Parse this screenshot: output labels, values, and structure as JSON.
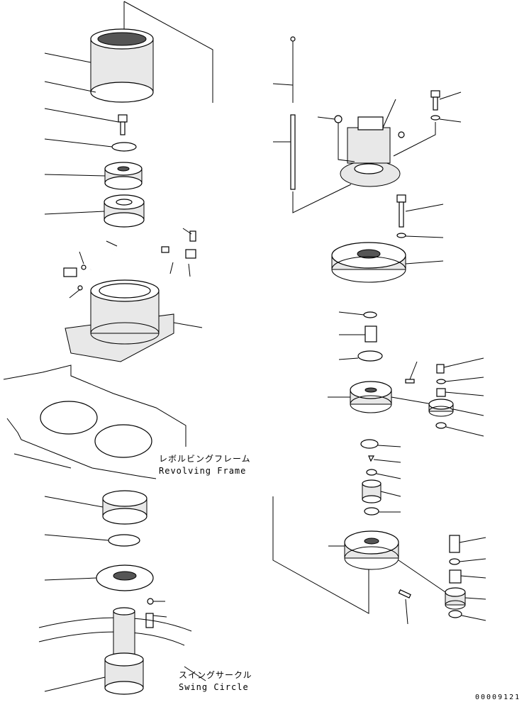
{
  "labels": {
    "revolving_frame_jp": "レボルビングフレーム",
    "revolving_frame_en": "Revolving Frame",
    "swing_circle_jp": "スイングサークル",
    "swing_circle_en": "Swing Circle"
  },
  "doc_number": "00009121"
}
